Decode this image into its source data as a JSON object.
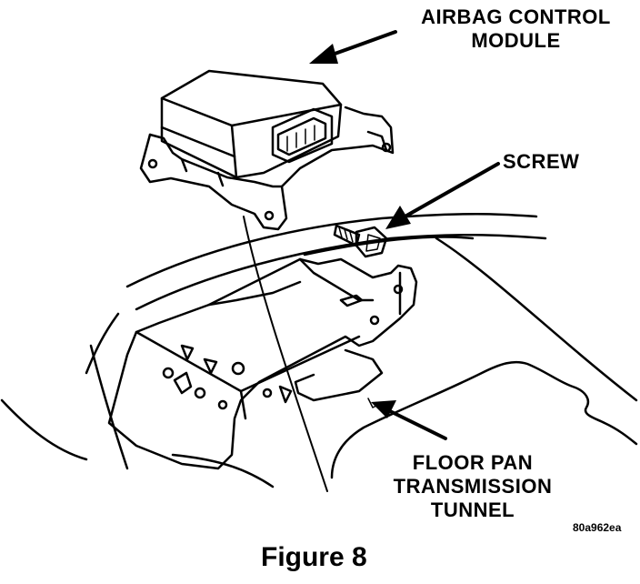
{
  "labels": {
    "airbag_module": [
      "AIRBAG CONTROL",
      "MODULE"
    ],
    "screw": "SCREW",
    "floor_pan": [
      "FLOOR PAN",
      "TRANSMISSION",
      "TUNNEL"
    ]
  },
  "drawing_code": "80a962ea",
  "caption": "Figure 8"
}
